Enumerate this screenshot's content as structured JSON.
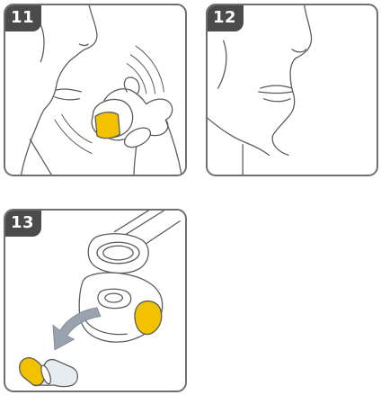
{
  "steps": [
    {
      "number": "11"
    },
    {
      "number": "12"
    },
    {
      "number": "13"
    }
  ],
  "colors": {
    "capsule_accent": "#f2c200",
    "badge_background": "#4b4b4b",
    "line_art": "#5a5a5a",
    "arrow_fill": "#9aa3ad"
  }
}
